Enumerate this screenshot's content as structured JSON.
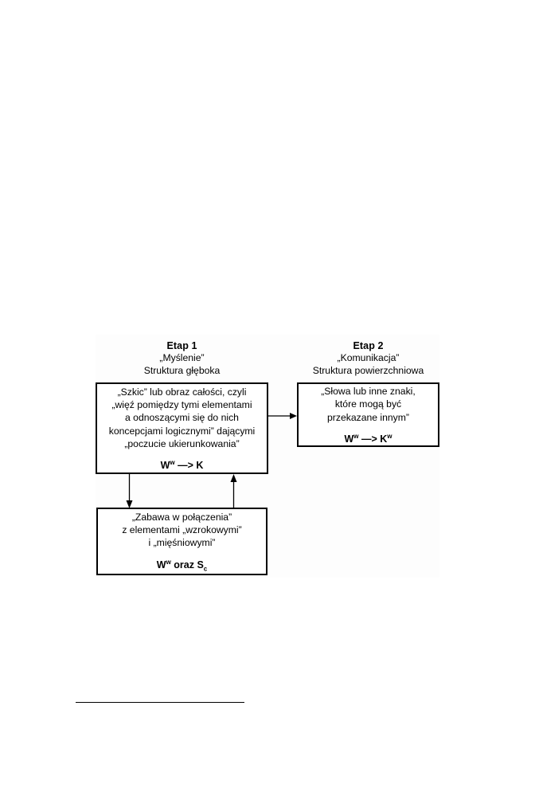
{
  "diagram": {
    "columns": [
      {
        "stage_title": "Etap 1",
        "subtitle_quoted": "„Myślenie”",
        "subtitle_structure": "Struktura głęboka"
      },
      {
        "stage_title": "Etap 2",
        "subtitle_quoted": "„Komunikacja”",
        "subtitle_structure": "Struktura powierzchniowa"
      }
    ],
    "boxes": {
      "thinking": {
        "lines": [
          "„Szkic” lub obraz całości, czyli",
          "„więź pomiędzy tymi elementami",
          "a odnoszącymi się do nich",
          "koncepcjami logicznymi” dającymi",
          "„poczucie ukierunkowania”"
        ],
        "formula": {
          "base1": "W",
          "sup1": "w",
          "operator": " —> ",
          "base2": "K",
          "sup2": ""
        }
      },
      "communication": {
        "lines": [
          "„Słowa lub inne znaki,",
          "które mogą być",
          "przekazane innym”"
        ],
        "formula": {
          "base1": "W",
          "sup1": "w",
          "operator": " —> ",
          "base2": "K",
          "sup2": "w"
        }
      },
      "play": {
        "lines": [
          "„Zabawa w połączenia”",
          "z elementami „wzrokowymi”",
          "i „mięśniowymi”"
        ],
        "formula": {
          "base1": "W",
          "sup1": "w",
          "operator": " oraz ",
          "base2": "S",
          "sub2": "c"
        }
      }
    },
    "connectors": [
      {
        "name": "thinking-to-communication",
        "direction": "right"
      },
      {
        "name": "thinking-to-play",
        "direction": "down"
      },
      {
        "name": "play-to-thinking",
        "direction": "up"
      }
    ]
  },
  "colors": {
    "page_background": "#ffffff",
    "panel_background": "#fdfdfd",
    "stroke": "#000000",
    "text": "#000000"
  }
}
